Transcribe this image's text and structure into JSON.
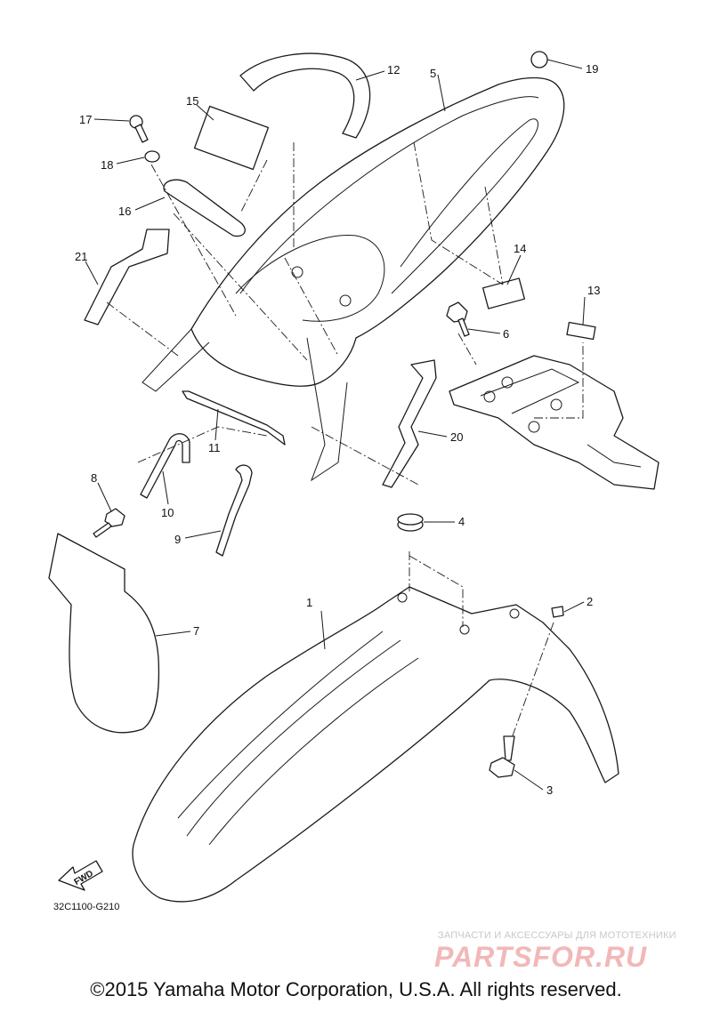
{
  "diagram": {
    "drawing_code": "32C1100-G210",
    "fwd_label": "FWD",
    "callouts": [
      "1",
      "2",
      "3",
      "4",
      "5",
      "6",
      "7",
      "8",
      "9",
      "10",
      "11",
      "12",
      "13",
      "14",
      "15",
      "16",
      "17",
      "18",
      "19",
      "20",
      "21"
    ]
  },
  "watermark": {
    "subtitle": "ЗАПЧАСТИ И АКСЕССУАРЫ ДЛЯ МОТОТЕХНИКИ",
    "brand": "PARTSFOR.RU"
  },
  "copyright": "©2015 Yamaha Motor Corporation, U.S.A. All rights reserved."
}
